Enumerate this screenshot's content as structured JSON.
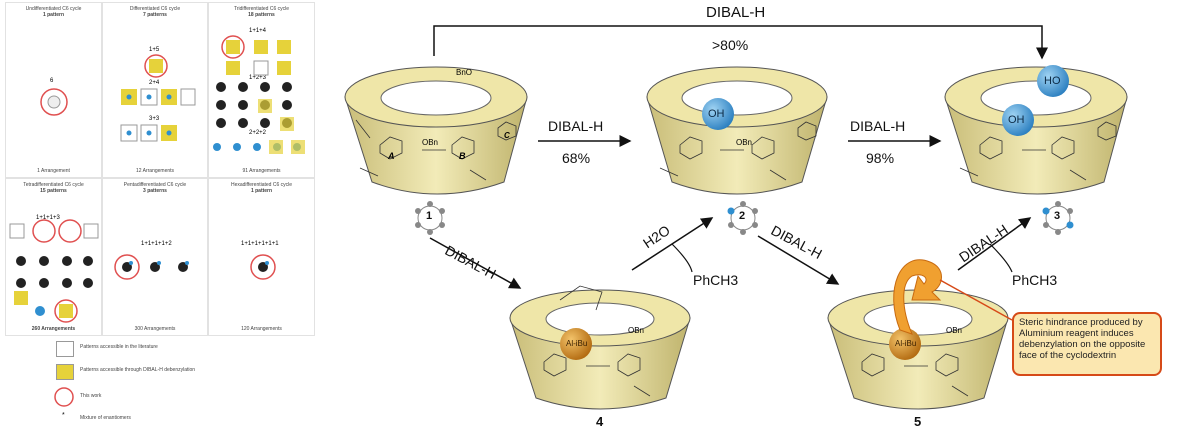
{
  "panel": {
    "cells": [
      {
        "title": "Undifferentiated C6 cycle",
        "sub": "1 pattern",
        "footer": "1 Arrangement",
        "labels": [
          "6"
        ]
      },
      {
        "title": "Differentiated C6 cycle",
        "sub": "7 patterns",
        "footer": "12 Arrangements",
        "labels": [
          "1+5",
          "2+4",
          "3+3"
        ]
      },
      {
        "title": "Tridifferentiated C6 cycle",
        "sub": "18 patterns",
        "footer": "91 Arrangements",
        "labels": [
          "1+1+4",
          "1+2+3",
          "2+2+2"
        ]
      },
      {
        "title": "Tetradifferentiated C6 cycle",
        "sub": "15 patterns",
        "footer": "260 Arrangements",
        "labels": [
          "1+1+1+3"
        ]
      },
      {
        "title": "Pentadifferentiated C6 cycle",
        "sub": "3 patterns",
        "footer": "300 Arrangements",
        "labels": [
          "1+1+1+1+2"
        ]
      },
      {
        "title": "Hexadifferentiated C6 cycle",
        "sub": "1 pattern",
        "footer": "120 Arrangements",
        "labels": [
          "1+1+1+1+1+1"
        ]
      }
    ],
    "legend": [
      "Patterns accessible in the literature",
      "Patterns accessible through DIBAL-H debenzylation",
      "This work",
      "Mixture of enantiomers"
    ]
  },
  "scheme": {
    "top_reagent": "DIBAL-H",
    "top_yield": ">80%",
    "step1_reagent": "DIBAL-H",
    "step1_yield": "68%",
    "step2_reagent": "DIBAL-H",
    "step2_yield": "98%",
    "down_reagent_1": "DIBAL-H",
    "down_reagent_2": "DIBAL-H",
    "up_reagent_1": "H2O",
    "up_reagent_2": "DIBAL-H",
    "solvent_1": "PhCH3",
    "solvent_2": "PhCH3",
    "compound_1": "1",
    "compound_2": "2",
    "compound_3": "3",
    "compound_4": "4",
    "compound_5": "5",
    "oh_label": "OH",
    "ho_label": "HO",
    "al_label": "Al-iBu",
    "obn_label": "OBn",
    "bno_label": "BnO",
    "ring_a": "A",
    "ring_b": "B",
    "ring_c": "C",
    "callout": "Steric hindrance produced by Aluminium reagent induces debenzylation on the opposite face of the cyclodextrin"
  },
  "colors": {
    "yellow": "#e6d23a",
    "blue": "#2f8fd0",
    "orange": "#e8a33a",
    "red": "#d64a18"
  }
}
